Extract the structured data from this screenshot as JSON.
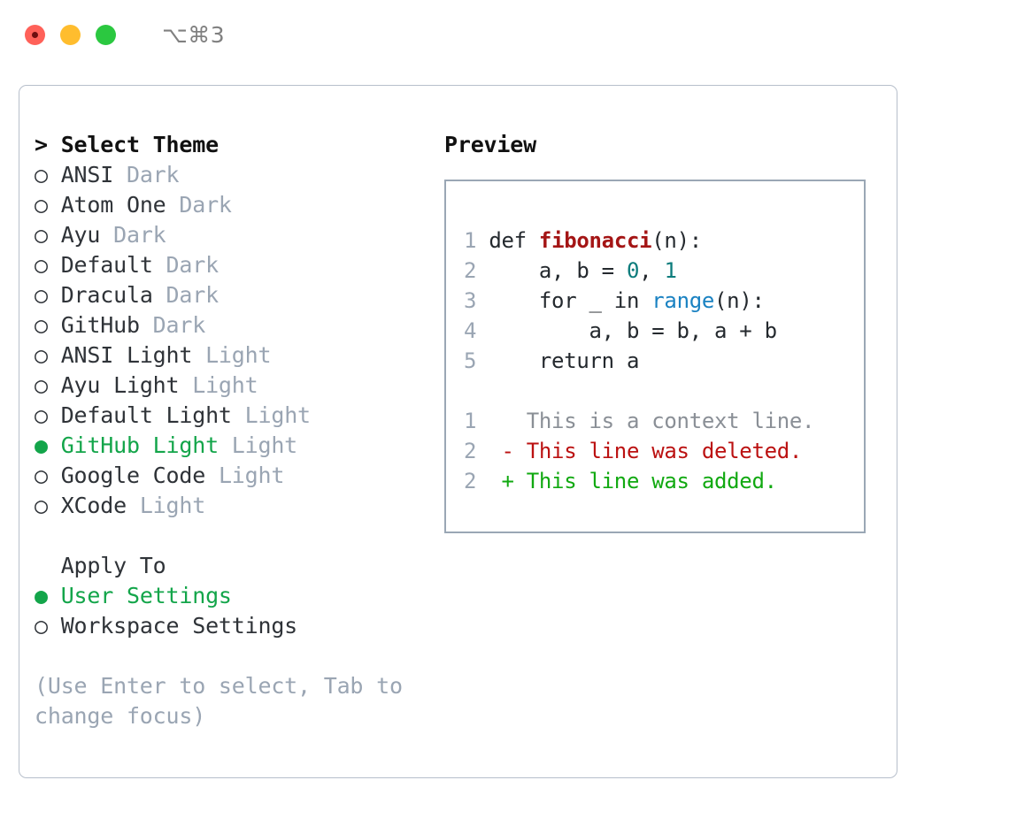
{
  "window": {
    "shortcut": "⌥⌘3",
    "traffic_lights": [
      "close-red",
      "minimize-yellow",
      "zoom-green"
    ],
    "accent_green": "#13a54a",
    "muted_grey": "#9aa5b3",
    "border_color": "#b7bfcb"
  },
  "theme_section": {
    "title": "> Select Theme",
    "items": [
      {
        "bullet": "○",
        "name": "ANSI",
        "variant": "Dark",
        "selected": false
      },
      {
        "bullet": "○",
        "name": "Atom One",
        "variant": "Dark",
        "selected": false
      },
      {
        "bullet": "○",
        "name": "Ayu",
        "variant": "Dark",
        "selected": false
      },
      {
        "bullet": "○",
        "name": "Default",
        "variant": "Dark",
        "selected": false
      },
      {
        "bullet": "○",
        "name": "Dracula",
        "variant": "Dark",
        "selected": false
      },
      {
        "bullet": "○",
        "name": "GitHub",
        "variant": "Dark",
        "selected": false
      },
      {
        "bullet": "○",
        "name": "ANSI Light",
        "variant": "Light",
        "selected": false
      },
      {
        "bullet": "○",
        "name": "Ayu Light",
        "variant": "Light",
        "selected": false
      },
      {
        "bullet": "○",
        "name": "Default Light",
        "variant": "Light",
        "selected": false
      },
      {
        "bullet": "●",
        "name": "GitHub Light",
        "variant": "Light",
        "selected": true
      },
      {
        "bullet": "○",
        "name": "Google Code",
        "variant": "Light",
        "selected": false
      },
      {
        "bullet": "○",
        "name": "XCode",
        "variant": "Light",
        "selected": false
      }
    ]
  },
  "apply_section": {
    "title": "  Apply To",
    "items": [
      {
        "bullet": "●",
        "name": "User Settings",
        "selected": true
      },
      {
        "bullet": "○",
        "name": "Workspace Settings",
        "selected": false
      }
    ]
  },
  "help": {
    "line1": "(Use Enter to select, Tab to",
    "line2": "change focus)"
  },
  "preview": {
    "title": "Preview",
    "code_lines": [
      {
        "num": "1",
        "tokens": [
          {
            "t": "def ",
            "c": "plain"
          },
          {
            "t": "fibonacci",
            "c": "fn"
          },
          {
            "t": "(n):",
            "c": "plain"
          }
        ]
      },
      {
        "num": "2",
        "tokens": [
          {
            "t": "    a, b = ",
            "c": "plain"
          },
          {
            "t": "0",
            "c": "num"
          },
          {
            "t": ", ",
            "c": "plain"
          },
          {
            "t": "1",
            "c": "num"
          }
        ]
      },
      {
        "num": "3",
        "tokens": [
          {
            "t": "    for _ in ",
            "c": "plain"
          },
          {
            "t": "range",
            "c": "builtin"
          },
          {
            "t": "(n):",
            "c": "plain"
          }
        ]
      },
      {
        "num": "4",
        "tokens": [
          {
            "t": "        a, b = b, a + b",
            "c": "plain"
          }
        ]
      },
      {
        "num": "5",
        "tokens": [
          {
            "t": "    return a",
            "c": "plain"
          }
        ]
      }
    ],
    "diff_lines": [
      {
        "num": "1",
        "marker": "  ",
        "text": "This is a context line.",
        "kind": "context"
      },
      {
        "num": "2",
        "marker": "- ",
        "text": "This line was deleted.",
        "kind": "del"
      },
      {
        "num": "2",
        "marker": "+ ",
        "text": "This line was added.",
        "kind": "add"
      }
    ]
  }
}
